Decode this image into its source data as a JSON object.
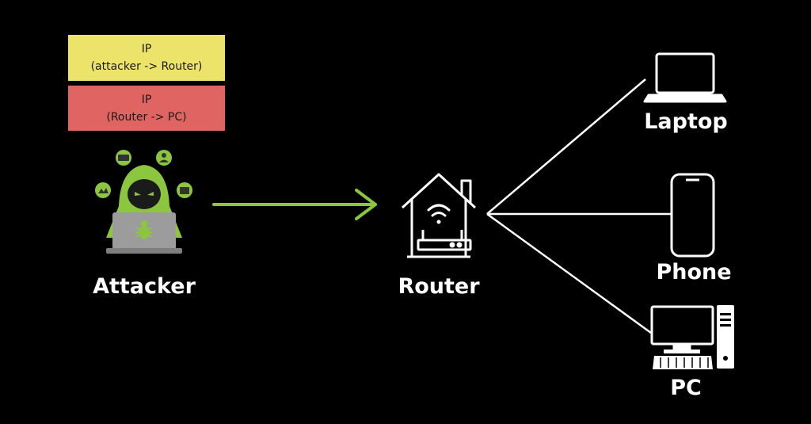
{
  "packets": [
    {
      "title": "IP",
      "route": "(attacker -> Router)",
      "color": "#ece36a"
    },
    {
      "title": "IP",
      "route": "(Router -> PC)",
      "color": "#e06562"
    }
  ],
  "nodes": {
    "attacker": "Attacker",
    "router": "Router",
    "laptop": "Laptop",
    "phone": "Phone",
    "pc": "PC"
  },
  "colors": {
    "background": "#000000",
    "arrow": "#8cc63f",
    "hacker": "#8cc63f",
    "lines": "#ffffff"
  },
  "icons": [
    "hacker-icon",
    "bug-icon",
    "router-icon",
    "wifi-icon",
    "laptop-icon",
    "phone-icon",
    "pc-icon"
  ]
}
